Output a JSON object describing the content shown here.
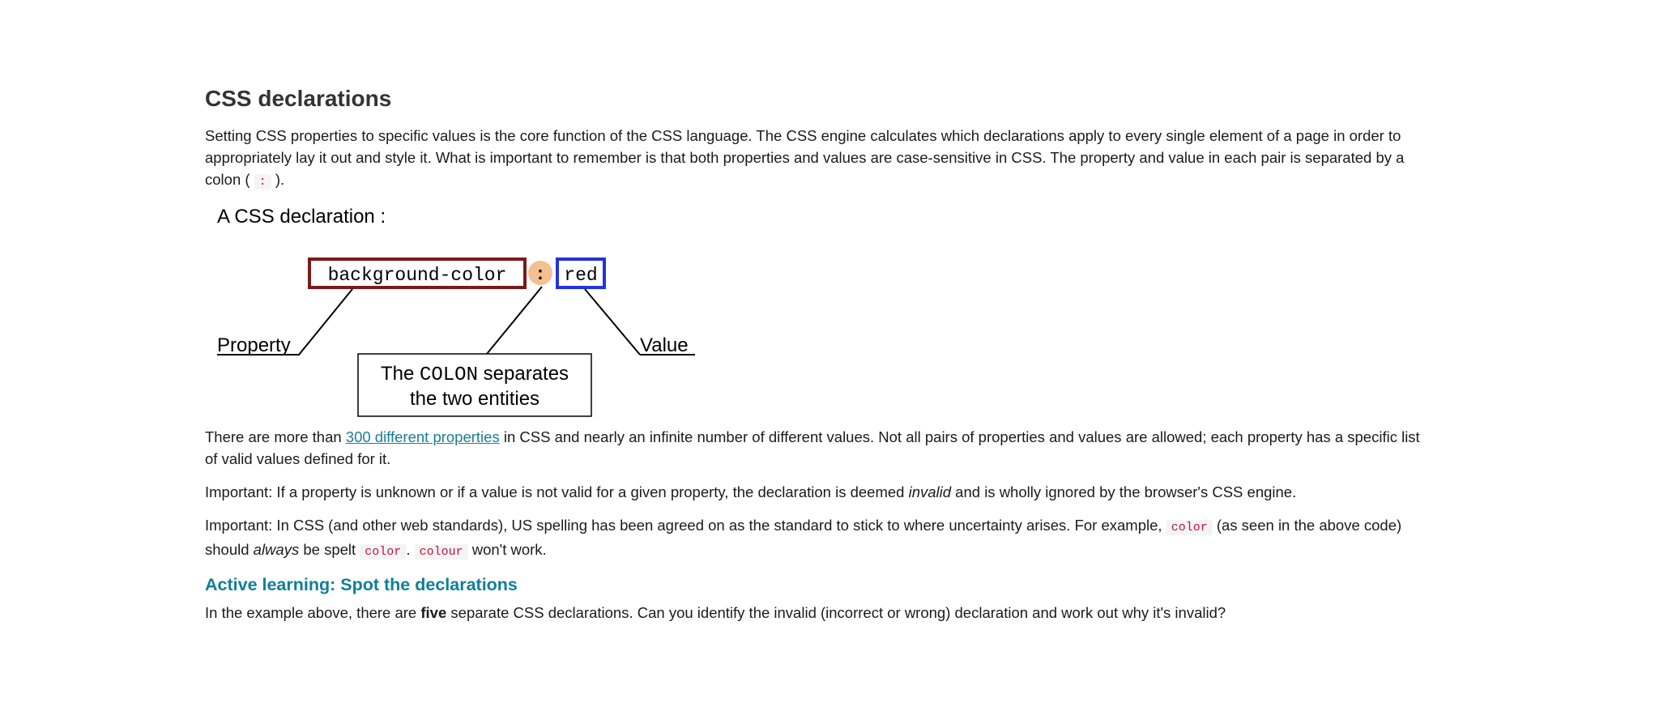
{
  "heading": "CSS declarations",
  "intro": {
    "text_before": "Setting CSS properties to specific values is the core function of the CSS language. The CSS engine calculates which declarations apply to every single element of a page in order to appropriately lay it out and style it. What is important to remember is that both properties and values are case-sensitive in CSS. The property and value in each pair is separated by a colon (",
    "code": ":",
    "text_after": ")."
  },
  "figure": {
    "title": "A CSS declaration :",
    "property_code": "background-color",
    "colon": ":",
    "value_code": "red",
    "label_property": "Property",
    "label_value": "Value",
    "callout_line1_prefix": "The ",
    "callout_line1_code": "COLON",
    "callout_line1_suffix": " separates",
    "callout_line2": "the two entities",
    "colors": {
      "property_box": "#7a1a1a",
      "value_box": "#2233dd",
      "colon_circle": "#f5c08e"
    }
  },
  "para_properties": {
    "text_before": "There are more than ",
    "link": "300 different properties",
    "text_after": " in CSS and nearly an infinite number of different values. Not all pairs of properties and values are allowed; each property has a specific list of valid values defined for it."
  },
  "para_important1": {
    "text_before": "Important: If a property is unknown or if a value is not valid for a given property, the declaration is deemed ",
    "italic": "invalid",
    "text_after": " and is wholly ignored by the browser's CSS engine."
  },
  "para_important2": {
    "text_before": "Important: In CSS (and other web standards), US spelling has been agreed on as the standard to stick to where uncertainty arises. For example, ",
    "code1": "color",
    "text_mid1": " (as seen in the above code) should ",
    "italic": "always",
    "text_mid2": " be spelt ",
    "code2": "color",
    "text_mid3": ". ",
    "code3": "colour",
    "text_after": " won't work."
  },
  "subheading": "Active learning: Spot the declarations",
  "para_active": {
    "text_before": "In the example above, there are ",
    "bold": "five",
    "text_after": " separate CSS declarations. Can you identify the invalid (incorrect or wrong) declaration and work out why it's invalid?"
  }
}
